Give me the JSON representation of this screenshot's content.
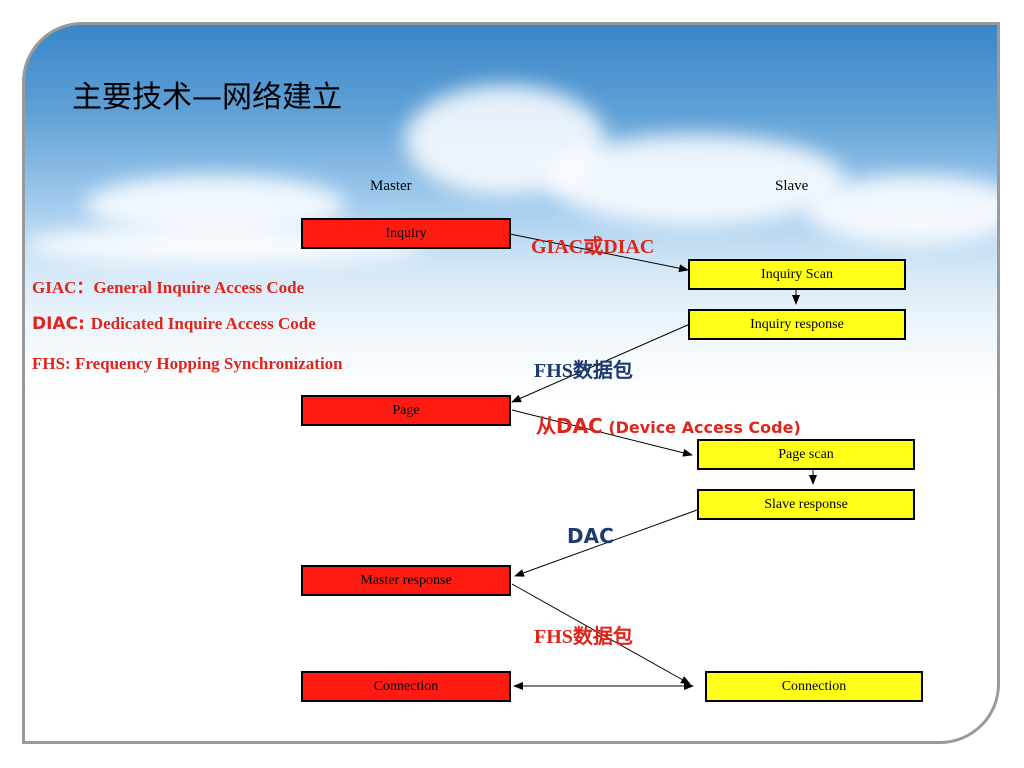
{
  "title": "主要技术—网络建立",
  "columns": {
    "master": "Master",
    "slave": "Slave"
  },
  "abbreviations": [
    {
      "key": "GIAC：",
      "text": "General Inquire Access Code"
    },
    {
      "key": "DIAC: ",
      "text": "Dedicated Inquire Access Code"
    },
    {
      "key": "FHS: ",
      "text": "Frequency Hopping Synchronization"
    }
  ],
  "master_steps": [
    "Inquiry",
    "Page",
    "Master response",
    "Connection"
  ],
  "slave_steps": [
    "Inquiry Scan",
    "Inquiry response",
    "Page scan",
    "Slave response",
    "Connection"
  ],
  "arrow_labels": {
    "giac_diac": "GIAC或DIAC",
    "fhs1": "FHS数据包",
    "dac_from_prefix": "从",
    "dac_from_code": "DAC",
    "dac_from_paren": " (Device Access Code)",
    "dac": "DAC",
    "fhs2": "FHS数据包"
  },
  "colors": {
    "master_box": "#ff1a12",
    "slave_box": "#ffff1a",
    "red_text": "#e0251c",
    "navy_text": "#1f3a6e"
  }
}
